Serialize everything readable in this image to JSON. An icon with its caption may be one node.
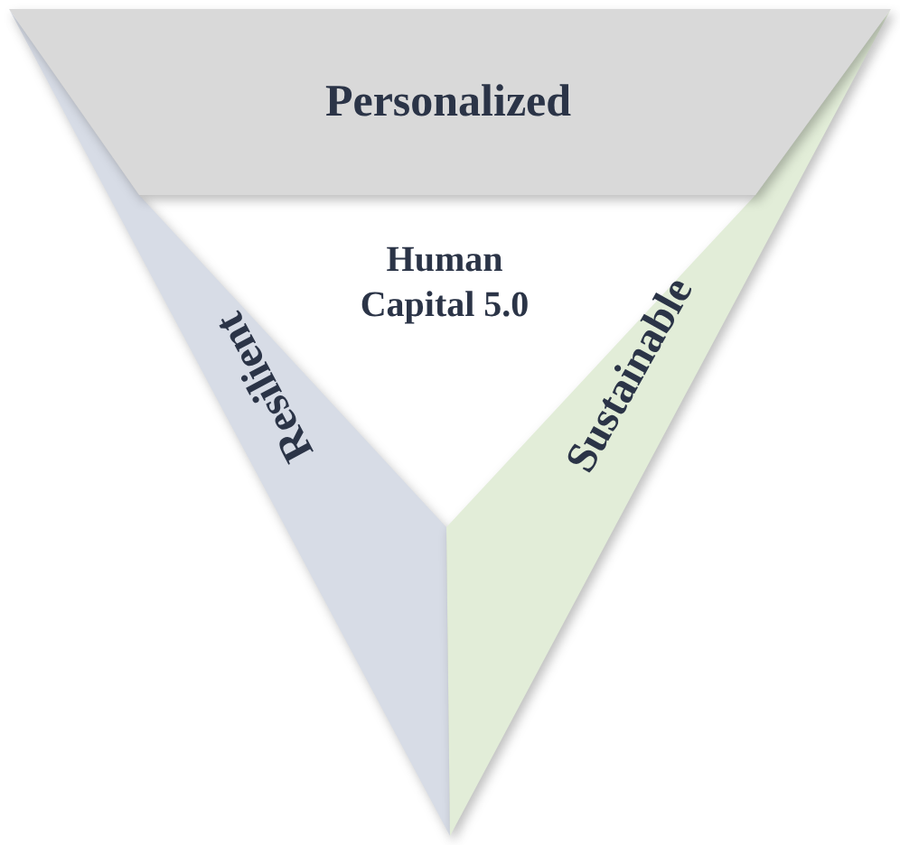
{
  "diagram": {
    "nodes": [
      {
        "text": [
          "Personalized"
        ]
      },
      {
        "text": [
          "Human Capital 5.0"
        ]
      },
      {
        "text": [
          "Resilient"
        ]
      },
      {
        "text": [
          "Sustainable"
        ]
      }
    ]
  }
}
